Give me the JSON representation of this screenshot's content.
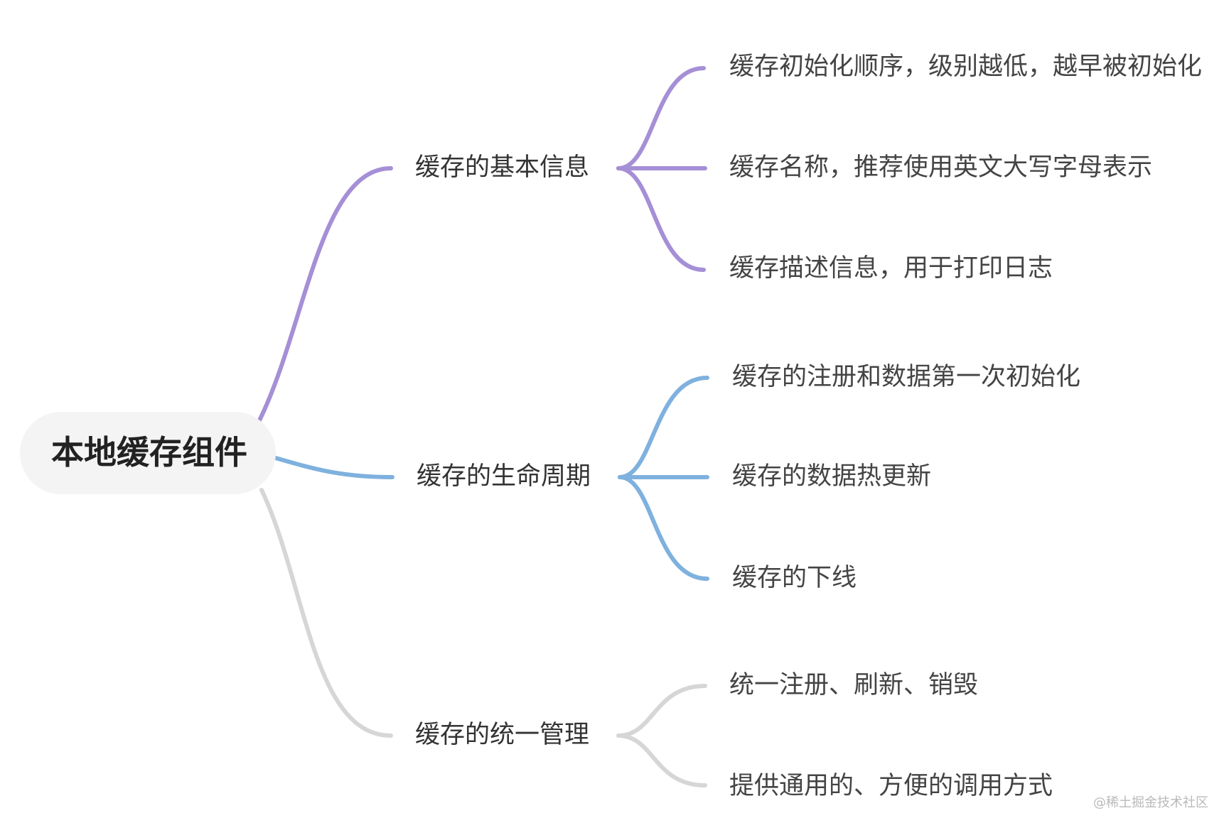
{
  "root": {
    "label": "本地缓存组件"
  },
  "branches": [
    {
      "label": "缓存的基本信息",
      "color": "#a58fd6",
      "leaves": [
        "缓存初始化顺序，级别越低，越早被初始化",
        "缓存名称，推荐使用英文大写字母表示",
        "缓存描述信息，用于打印日志"
      ]
    },
    {
      "label": "缓存的生命周期",
      "color": "#7fb1de",
      "leaves": [
        "缓存的注册和数据第一次初始化",
        "缓存的数据热更新",
        "缓存的下线"
      ]
    },
    {
      "label": "缓存的统一管理",
      "color": "#d6d6d6",
      "leaves": [
        "统一注册、刷新、销毁",
        "提供通用的、方便的调用方式"
      ]
    }
  ],
  "watermark": "@稀土掘金技术社区"
}
